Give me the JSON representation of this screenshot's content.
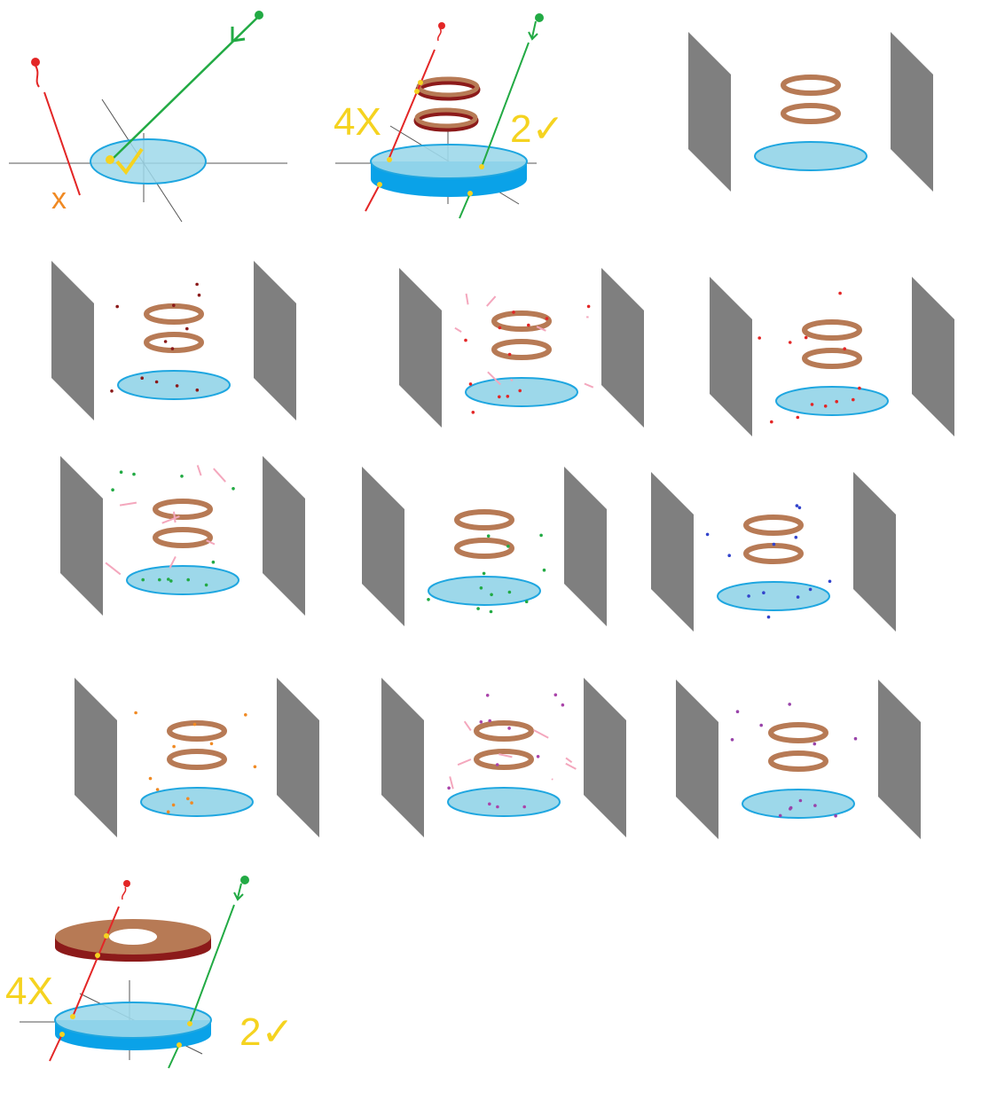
{
  "colors": {
    "disc_fill": "#9dd8ea",
    "disc_edge": "#1ea6e0",
    "disc_side": "#0aa2e8",
    "panel": "#7f7f7f",
    "coil": "#b77a55",
    "coil_dark": "#8c1a1a",
    "red_ray": "#e32626",
    "green_ray": "#22aa44",
    "yellow": "#f5d320",
    "orange": "#f08a24",
    "axis": "#555555",
    "pink_streak": "#f4a7bd"
  },
  "annotations": {
    "cross_small": "x",
    "four_cross": "4X",
    "two_check": "2✓",
    "check": "✓"
  },
  "particle_palettes": [
    "#8b1a1a",
    "#e32626",
    "#e32626",
    "#22aa44",
    "#22aa44",
    "#3344cc",
    "#f08a24",
    "#aa44aa",
    "#9944aa"
  ],
  "particle_stages": [
    {
      "color": "#8b1a1a",
      "streaks": false
    },
    {
      "color": "#e32626",
      "streaks": true
    },
    {
      "color": "#e32626",
      "streaks": false
    },
    {
      "color": "#22aa44",
      "streaks": true
    },
    {
      "color": "#22aa44",
      "streaks": false
    },
    {
      "color": "#3344cc",
      "streaks": false
    },
    {
      "color": "#f08a24",
      "streaks": false
    },
    {
      "color": "#aa44aa",
      "streaks": true
    },
    {
      "color": "#9944aa",
      "streaks": false
    }
  ]
}
